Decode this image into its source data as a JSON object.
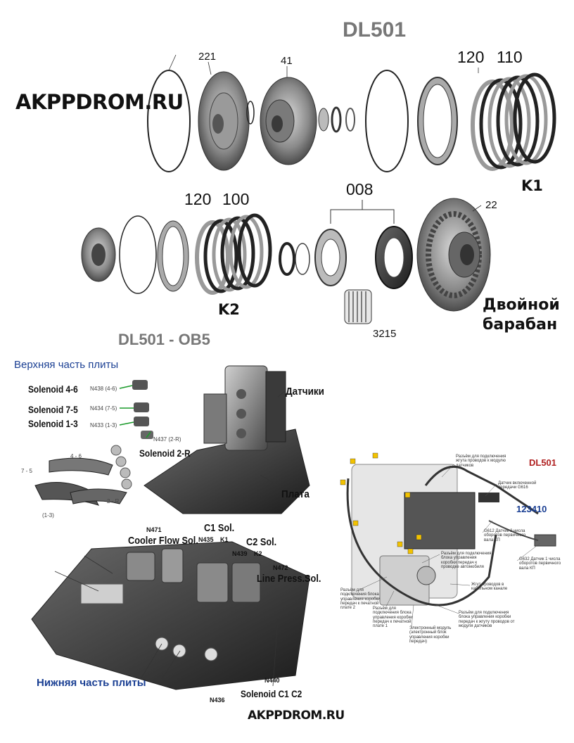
{
  "explode": {
    "title_top": "DL501",
    "brand_top": "AKPPDROM.RU",
    "row1": {
      "n221": "221",
      "n41": "41",
      "n120": "120",
      "n110": "110",
      "k1": "K1"
    },
    "row2": {
      "n008": "008",
      "n120": "120",
      "n100": "100",
      "n22": "22",
      "k2": "K2",
      "n3215": "3215",
      "drum_line1": "Двойной",
      "drum_line2": "барабан"
    }
  },
  "valve_body": {
    "title": "DL501 - OB5",
    "upper_plate": "Верхняя часть плиты",
    "lower_plate": "Нижняя часть плиты",
    "solenoids": [
      {
        "name": "Solenoid 4-6",
        "code": "N438 (4-6)"
      },
      {
        "name": "Solenoid 7-5",
        "code": "N434 (7-5)"
      },
      {
        "name": "Solenoid 1-3",
        "code": "N433 (1-3)"
      }
    ],
    "sol_2r_code": "N437 (2-R)",
    "sol_2r": "Solenoid 2-R",
    "sensors": "Датчики",
    "plate": "Плата",
    "fork_46": "4 - 6",
    "fork_75": "7 - 5",
    "fork_2r": "2 - R",
    "fork_13": "(1-3)",
    "n471": "N471",
    "cooler": "Cooler Flow Sol.",
    "c1sol": "C1 Sol.",
    "n435": "N435",
    "k1": "K1",
    "c2sol": "C2 Sol.",
    "n439": "N439",
    "k2": "K2",
    "n472": "N472",
    "linepress": "Line Press.Sol.",
    "n440": "N440",
    "n436": "N436",
    "sol_c1c2": "Solenoid C1 C2"
  },
  "wiring": {
    "title": "DL501",
    "part_number": "123410",
    "callouts": [
      "Разъём для подключения жгута проводов к модулю датчиков",
      "Датчик включенной передачи G616",
      "G612 Датчик 2 числа оборотов первичного вала КП",
      "G632 Датчик 1 числа оборотов первичного вала КП",
      "Разъём для подключения блока управления коробки передач к проводке автомобиля",
      "Жгут проводов в кабельном канале",
      "Разъём для подключения блока управления коробки передач к печатной плате 2",
      "Разъём для подключения блока управления коробки передач к печатной плате 1",
      "Электронный модуль (электронный блок управления коробки передач)",
      "Разъём для подключения блока управления коробки передач к жгуту проводов от модуля датчиков"
    ]
  },
  "footer": {
    "brand": "AKPPDROM.RU"
  },
  "colors": {
    "accent_blue": "#1a3f93",
    "dl_red": "#b02020",
    "label_green": "#1a9a2a",
    "marker_yellow": "#f2c200"
  }
}
